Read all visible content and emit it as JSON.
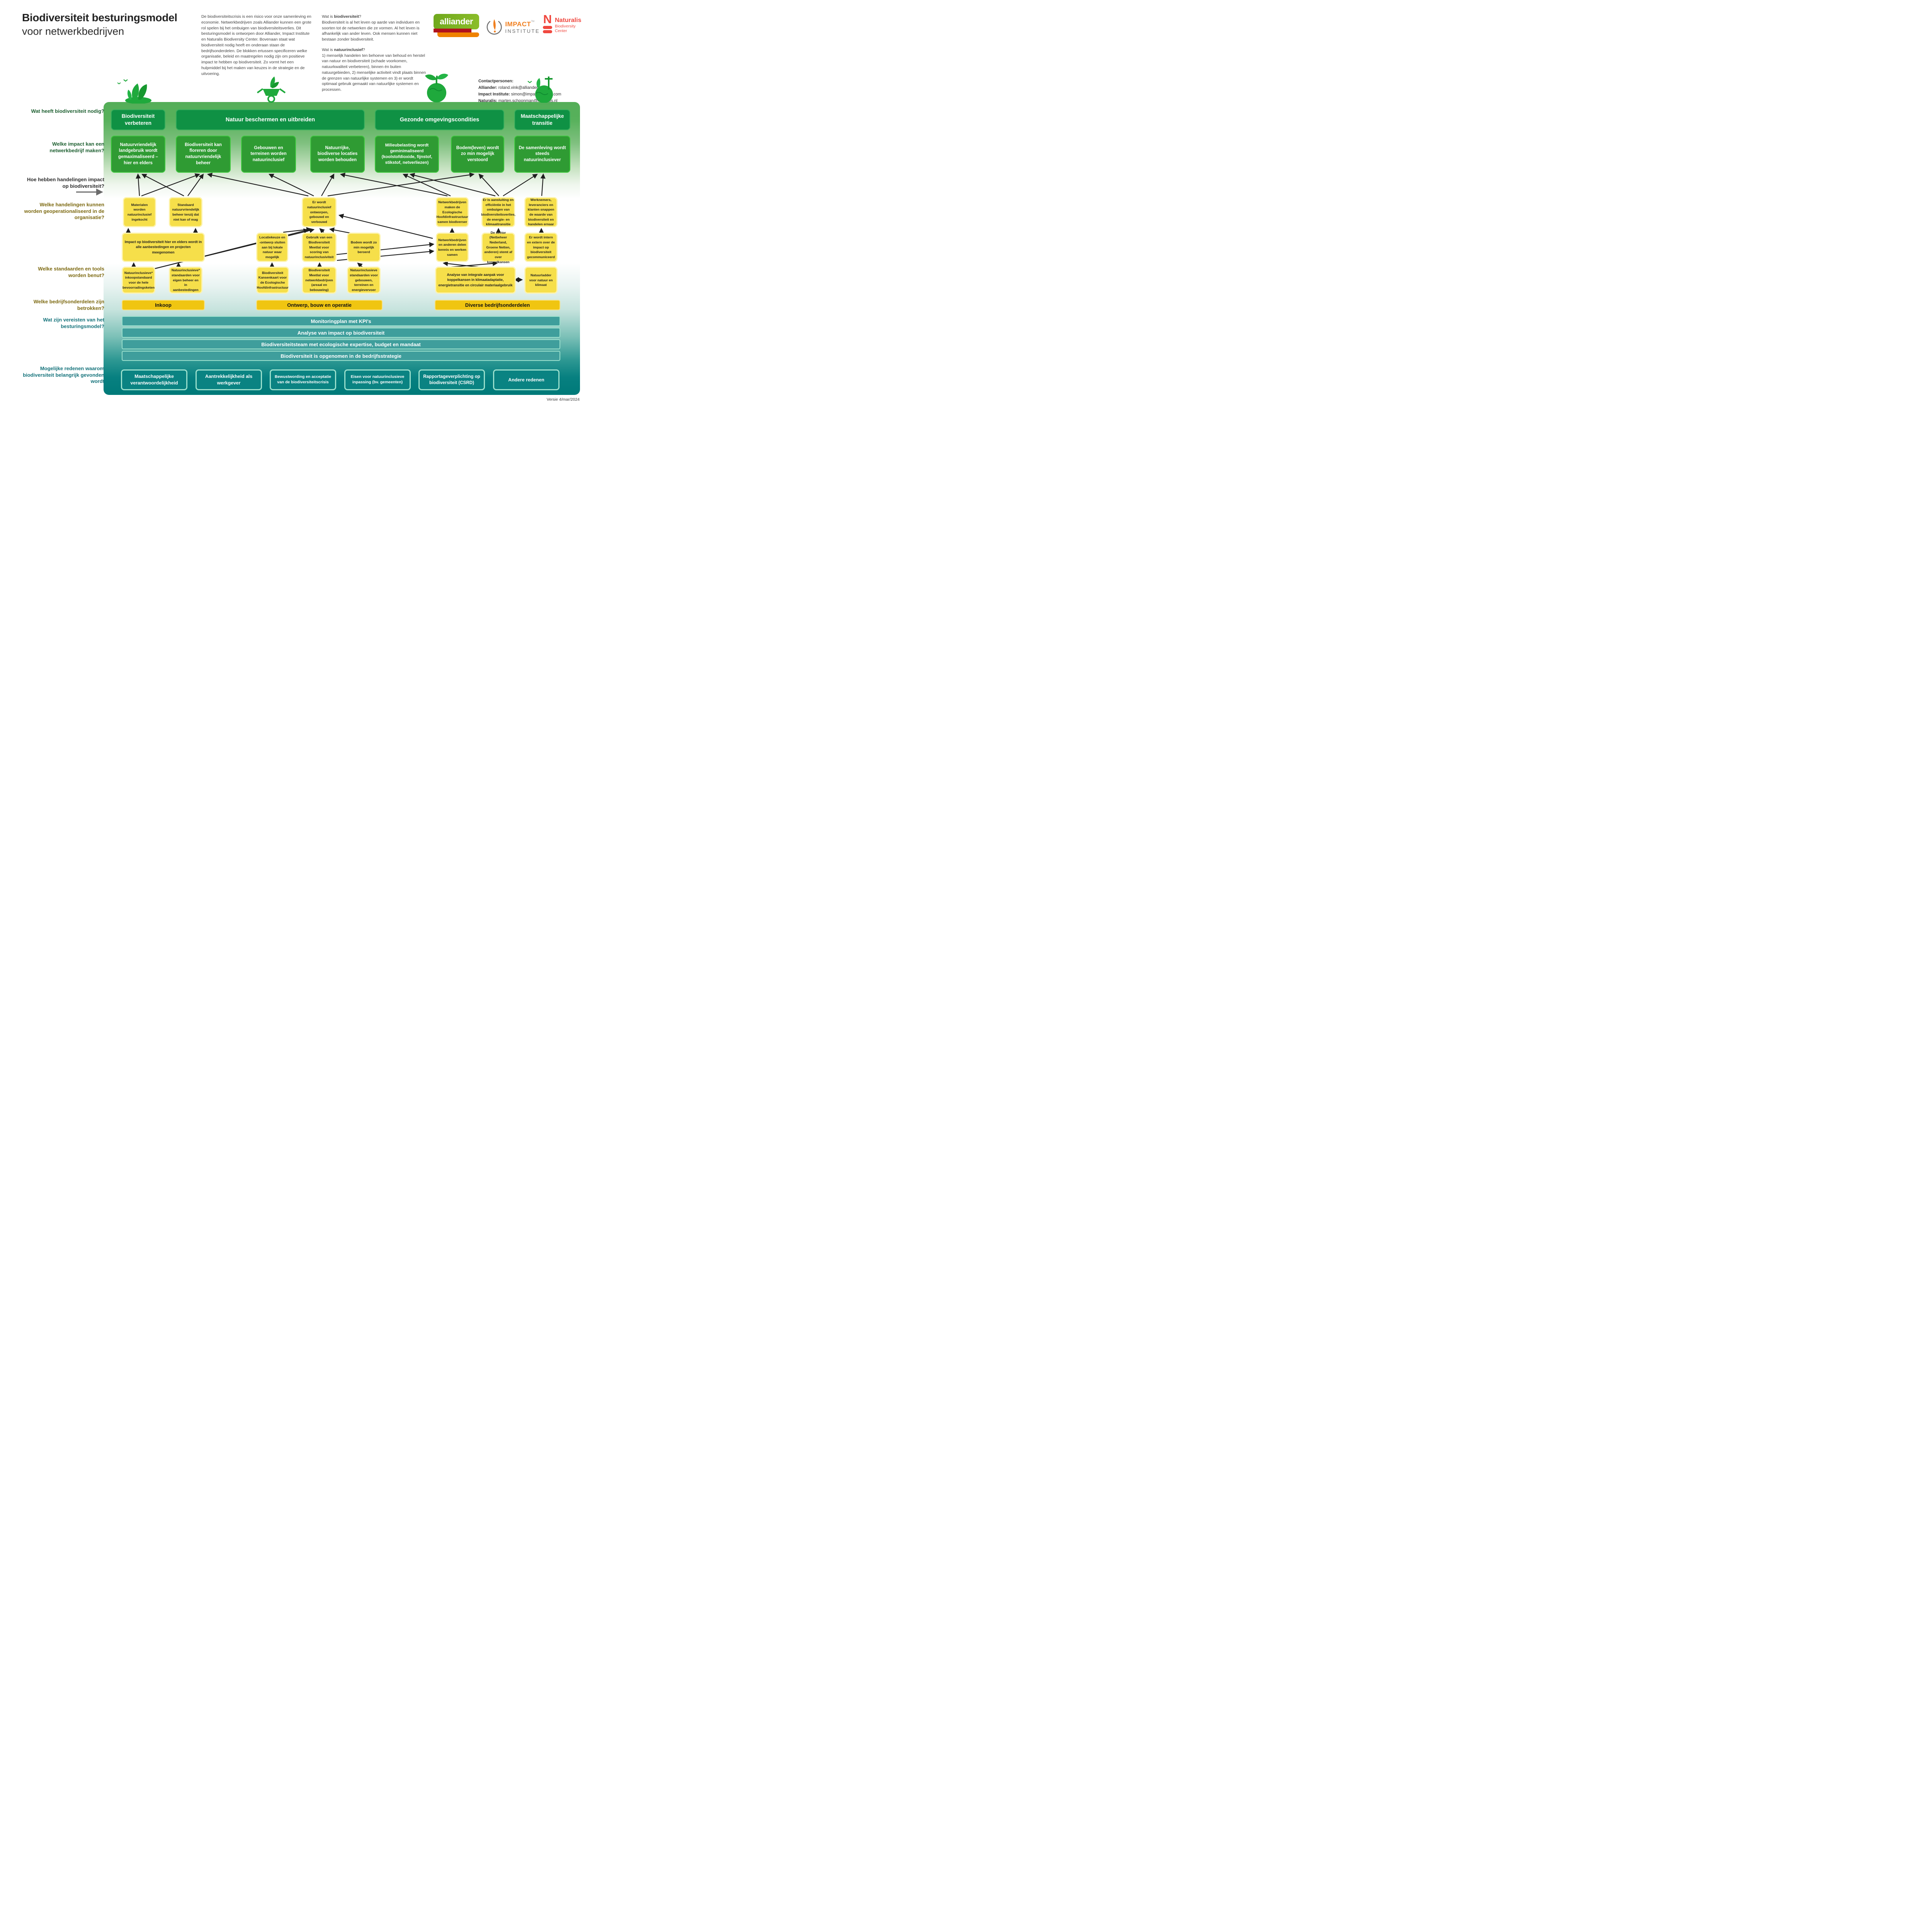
{
  "title": {
    "line1": "Biodiversiteit besturingsmodel",
    "line2": "voor netwerkbedrijven"
  },
  "intro": {
    "col1": "De biodiversiteitscrisis is een risico voor onze samenleving en economie. Netwerkbedrijven zoals Alliander kunnen een grote rol spelen bij het ombuigen van biodiversiteitsverlies. Dit besturingsmodel is ontworpen door Alliander, Impact Institute en Naturalis Biodiversity Center. Bovenaan staat wat biodiversiteit nodig heeft en onderaan staan de bedrijfsonderdelen. De blokken ertussen specificeren welke organisatie, beleid en maatregelen nodig zijn om positieve impact te hebben op biodiversiteit. Zo vormt het een hulpmiddel bij het maken van keuzes in de strategie en de uitvoering.",
    "q1_pre": "Wat is ",
    "q1_term": "biodiversiteit",
    "q1_post": "?",
    "q1_body": "Biodiversiteit is al het leven op aarde van individuen en soorten tot de netwerken die ze vormen. Al het leven is afhankelijk van ander leven. Ook mensen kunnen niet bestaan zonder biodiversiteit.",
    "q2_pre": "Wat is ",
    "q2_term": "natuurinclusief",
    "q2_post": "?",
    "q2_body": "1) menselijk handelen ten behoeve van behoud en herstel van natuur en biodiversiteit (schade voorkomen, natuurkwaliteit verbeteren), binnen én buiten natuurgebieden, 2) menselijke activiteit vindt plaats binnen de grenzen van natuurlijke systemen en 3) er wordt optimaal gebruik gemaakt van natuurlijke systemen en processen."
  },
  "logos": {
    "alliander": "alliander",
    "impact_line1": "IMPACT",
    "impact_tm": "TM",
    "impact_line2": "INSTITUTE",
    "naturalis_n": "N",
    "naturalis_name": "Naturalis",
    "naturalis_sub1": "Biodiversity",
    "naturalis_sub2": "Center"
  },
  "contacts": {
    "heading": "Contactpersonen:",
    "lines": [
      {
        "label": "Alliander:",
        "value": " roland.vink@alliander.com"
      },
      {
        "label": "Impact Institute:",
        "value": " simon@impactinstitute.com"
      },
      {
        "label": "Naturalis:",
        "value": " marten.schoonman@naturalis.nl"
      }
    ]
  },
  "questions": {
    "q1": "Wat heeft biodiversiteit nodig?",
    "q2": "Welke impact kan een netwerkbedrijf maken?",
    "q3": "Hoe hebben handelingen impact op biodiversiteit?",
    "q4": "Welke handelingen kunnen worden geoperationaliseerd in de organisatie?",
    "q5": "Welke standaarden en tools worden benut?",
    "q6": "Welke bedrijfsonderdelen zijn betrokken?",
    "q7": "Wat zijn vereisten van het besturingsmodel?",
    "q8": "Mogelijke redenen waarom biodiversiteit belangrijk gevonden wordt"
  },
  "needs": [
    "Biodiversiteit verbeteren",
    "Natuur beschermen en uitbreiden",
    "Gezonde omgevingscondities",
    "Maatschappelijke transitie"
  ],
  "impacts": [
    "Natuurvriendelijk landgebruik wordt gemaximaliseerd – hier en elders",
    "Biodiversiteit kan floreren door natuurvriendelijk beheer",
    "Gebouwen en terreinen worden natuurinclusief",
    "Natuurrijke, biodiverse locaties worden behouden",
    "Milieubelasting wordt geminimaliseerd (koolstofdioxide, fijnstof, stikstof, netverliezen)",
    "Bodem(leven) wordt zo min mogelijk verstoord",
    "De samenleving wordt steeds natuurinclusiever"
  ],
  "actions": {
    "top": [
      "Materialen worden natuurinclusief ingekocht",
      "Standaard natuurvriendelijk beheer tenzij dat niet kan of mag",
      "Er wordt natuurinclusief ontworpen, gebouwd en verbouwd",
      "Netwerkbedrijven maken de Ecologische Hoofdinfrastructuur samen biodiverser",
      "Er is aansluiting en efficiëntie in het ombuigen van biodiversiteitsverlies, de energie- en klimaattransitie",
      "Werknemers, leveranciers en klanten snappen de waarde van biodiversiteit en handelen ernaar"
    ],
    "middle": [
      "Impact op biodiversiteit hier en elders wordt in alle aanbestedingen en projecten meegenomen",
      "Locatiekeuze en -ontwerp sluiten aan bij lokale natuur waar mogelijk",
      "Gebruik van een Biodiversiteit Meetlat voor scoring van natuurinclusiviteit",
      "Bodem wordt zo min mogelijk beroerd",
      "Netwerkbedrijven en anderen delen kennis en werken samen",
      "De sector (Netbeheer Nederland, Groene Netten, anderen) stemt af over koppelkansen",
      "Er wordt intern en extern over de impact op biodiversiteit gecommuniceerd"
    ]
  },
  "standards": [
    "Natuurinclusieve* inkoopstandaard voor de hele bevoorradingsketen",
    "Natuurinclusieve* standaarden voor eigen beheer en in aanbestedingen",
    "Biodiversiteit Kansenkaart voor de Ecologische Hoofdinfrastructuur",
    "Biodiversiteit Meetlat voor netwerkbedrijven (areaal en bebouwing)",
    "Natuurinclusieve standaarden voor gebouwen, terreinen en energievervoer",
    "Analyse van integrale aanpak voor koppelkansen in klimaatadaptatie, energietransitie en circulair materiaalgebruik",
    "Natuurladder voor natuur en klimaat"
  ],
  "units": [
    "Inkoop",
    "Ontwerp, bouw en operatie",
    "Diverse bedrijfsonderdelen"
  ],
  "requirements": [
    "Monitoringplan met KPI's",
    "Analyse van impact op biodiversiteit",
    "Biodiversiteitsteam met ecologische expertise, budget en mandaat",
    "Biodiversiteit is opgenomen in de bedrijfsstrategie"
  ],
  "reasons": [
    "Maatschappelijke verantwoordelijkheid",
    "Aantrekkelijkheid als werkgever",
    "Bewustwording en acceptatie van de biodiversiteitscrisis",
    "Eisen voor natuurinclusieve inpassing (bv. gemeenten)",
    "Rapportageverplichting op biodiversiteit (CSRD)",
    "Andere redenen"
  ],
  "footer": {
    "version": "Versie 4/mar/2024"
  },
  "colors": {
    "green_header": "#0f9144",
    "green_impact": "#2f9b33",
    "accent_yellow": "#f6df4a",
    "gold_bar": "#f0c511",
    "teal_bar": "#3f9e9c",
    "teal_box": "#0a8382",
    "label_green": "#1d5f30",
    "label_olive": "#7d6a12",
    "label_teal": "#15737b",
    "alliander_green": "#7fb025",
    "impact_orange": "#f07f1f",
    "naturalis_red": "#f0483f"
  }
}
